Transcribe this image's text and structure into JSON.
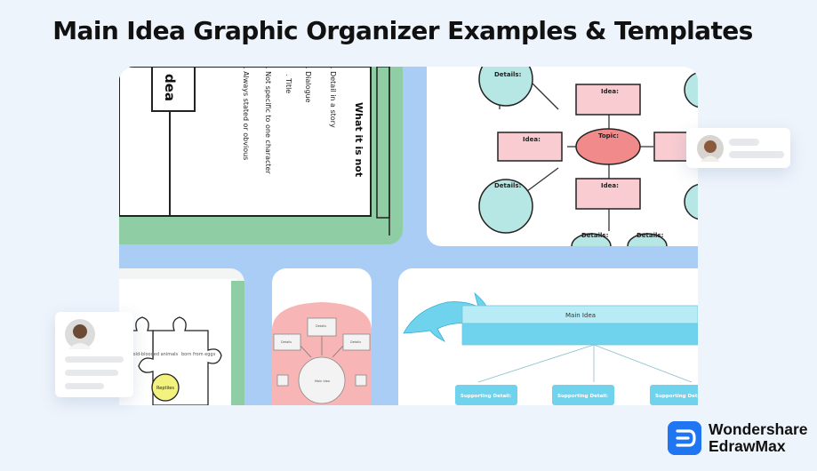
{
  "title": "Main Idea Graphic Organizer Examples & Templates",
  "colors": {
    "background": "#eef4fc",
    "green": "#8fcea5",
    "teal": "#b7e7e4",
    "pink": "#f8ccd1",
    "red": "#f18a8a",
    "blue": "#6fd3ee",
    "brand": "#1f75f2"
  },
  "card1": {
    "header": "What it is not",
    "items": [
      ". Detail in a story",
      ". Dialogue",
      ". Title",
      ". Not specific to one character",
      ". Always stated or obvious"
    ],
    "idea_label": "dea"
  },
  "card2": {
    "topic": "Topic:",
    "idea": "Idea:",
    "details": "Details:"
  },
  "card3": {
    "piece_text_a": "Cold-blooded animals",
    "piece_text_b": "born from eggs",
    "center": "Reptiles"
  },
  "card4": {
    "top": "Details",
    "left": "Details",
    "right": "Details",
    "center": "Main Idea"
  },
  "card5": {
    "main": "Main Idea",
    "support": "Supporting Detail:"
  },
  "logo": {
    "line1": "Wondershare",
    "line2": "EdrawMax",
    "icon": "edrawmax-logo-icon"
  }
}
